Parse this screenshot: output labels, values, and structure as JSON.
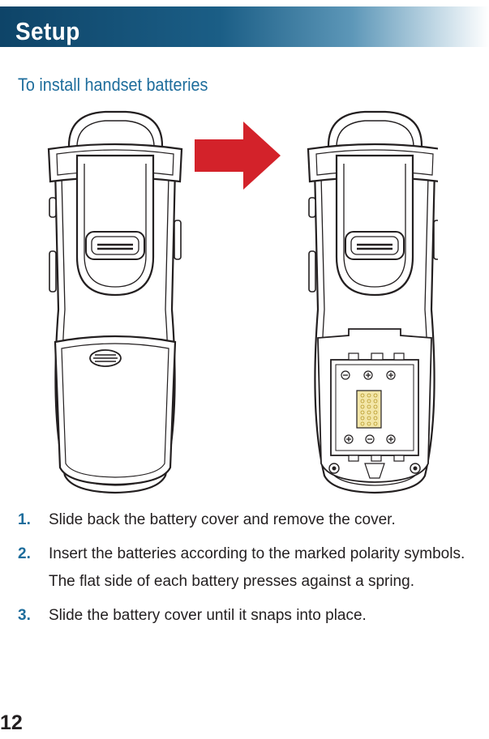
{
  "header": {
    "title": "Setup"
  },
  "section": {
    "title": "To install handset batteries"
  },
  "colors": {
    "banner_dark": "#0e4468",
    "accent_blue": "#1e6d9c",
    "arrow_red": "#d3222a"
  },
  "icons": {
    "handset_left": "handset-back-cover-icon",
    "arrow": "right-arrow-icon",
    "handset_right": "handset-battery-compartment-icon"
  },
  "steps": [
    {
      "number": "1.",
      "text": "Slide back the battery cover and remove the cover.",
      "note": ""
    },
    {
      "number": "2.",
      "text": "Insert the batteries according to the marked polarity symbols.",
      "note": "The flat side of each battery presses against a spring."
    },
    {
      "number": "3.",
      "text": "Slide the battery cover until it snaps into place.",
      "note": ""
    }
  ],
  "page": {
    "number": "12"
  }
}
